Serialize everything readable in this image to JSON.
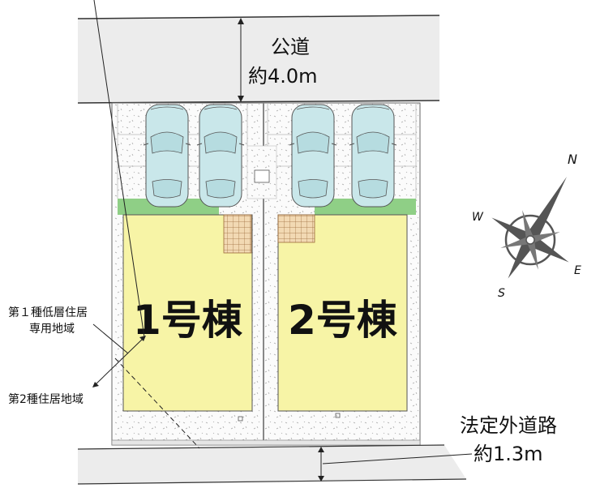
{
  "public_road": {
    "label": "公道",
    "width": "約4.0m"
  },
  "private_road": {
    "label": "法定外道路",
    "width": "約1.3m"
  },
  "buildings": [
    {
      "label": "1号棟"
    },
    {
      "label": "2号棟"
    }
  ],
  "zoning": {
    "zone_a_line1": "第１種低層住居",
    "zone_a_line2": "専用地域",
    "zone_b": "第2種住居地域"
  },
  "compass": {
    "n": "N",
    "e": "E",
    "s": "S",
    "w": "W"
  },
  "colors": {
    "road": "#ececec",
    "house": "#f7f4a6",
    "grass": "#8fcf86",
    "car": "#c9e7ea",
    "tile": "#f2d9b3",
    "compass": "#555555"
  }
}
